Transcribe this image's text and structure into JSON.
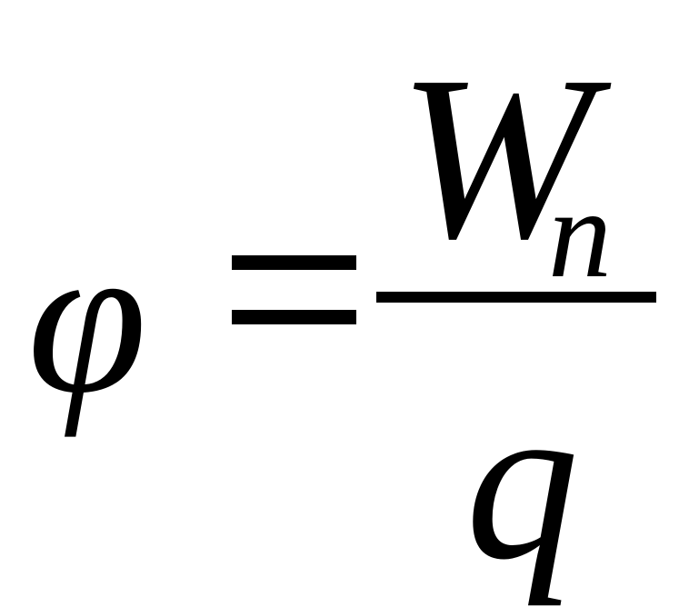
{
  "formula": {
    "lhs": "φ",
    "relation": "=",
    "numerator": {
      "base": "W",
      "subscript": "n"
    },
    "denominator": "q"
  }
}
